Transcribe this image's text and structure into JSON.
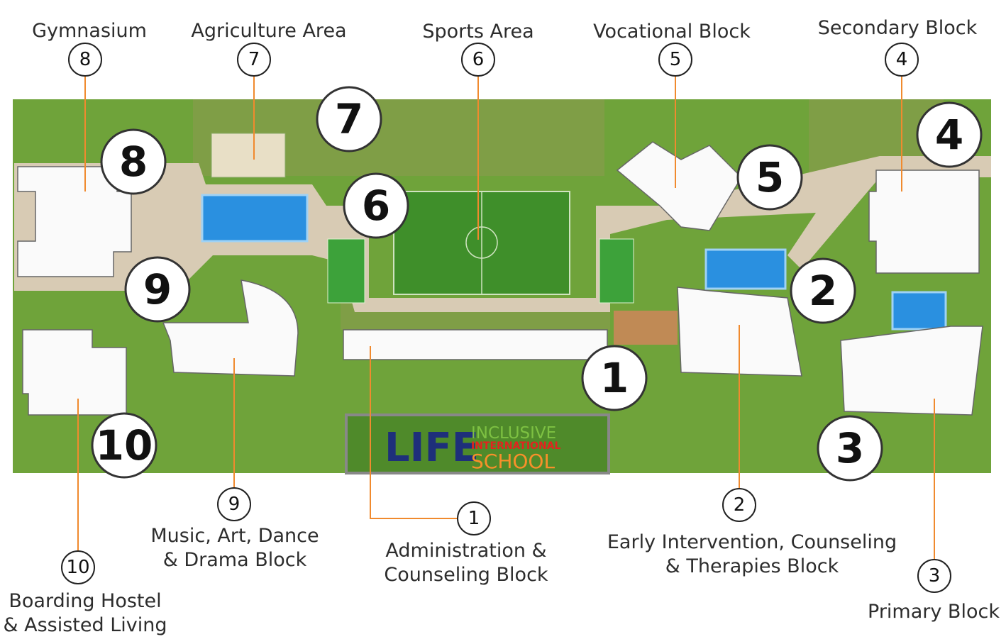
{
  "title_labels": {
    "gymnasium": "Gymnasium",
    "agriculture": "Agriculture Area",
    "sports": "Sports Area",
    "vocational": "Vocational Block",
    "secondary": "Secondary Block",
    "music_1": "Music, Art, Dance",
    "music_2": "& Drama Block",
    "admin_1": "Administration &",
    "admin_2": "Counseling Block",
    "early_1": "Early Intervention, Counseling",
    "early_2": "& Therapies Block",
    "hostel_1": "Boarding Hostel",
    "hostel_2": "& Assisted Living",
    "primary": "Primary Block"
  },
  "numbers": {
    "n1": "1",
    "n2": "2",
    "n3": "3",
    "n4": "4",
    "n5": "5",
    "n6": "6",
    "n7": "7",
    "n8": "8",
    "n9": "9",
    "n10": "10"
  },
  "logo": {
    "life": "LIFE",
    "line1": "INCLUSIVE",
    "line2": "INTERNATIONAL",
    "line3": "SCHOOL"
  },
  "colors": {
    "leader": "#f08a2e",
    "grass": "#6fa33a",
    "logo_blue": "#1e2f7a",
    "logo_green": "#7dc142",
    "logo_red": "#e3231f",
    "logo_orange": "#f7902a"
  }
}
